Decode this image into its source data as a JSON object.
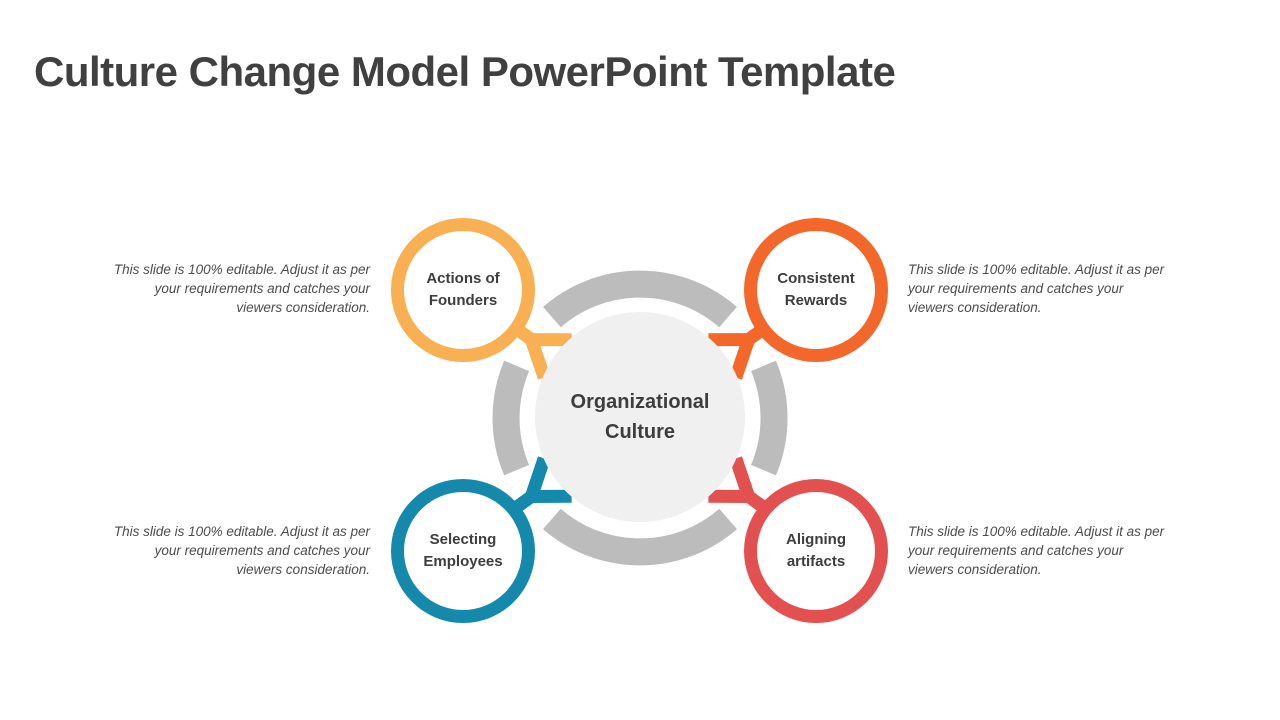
{
  "title": "Culture Change Model PowerPoint Template",
  "center": {
    "label": "Organizational Culture"
  },
  "nodes": [
    {
      "id": "actions-of-founders",
      "label": "Actions of Founders",
      "color": "#F8B052",
      "description_lines": [
        "This slide is 100% editable. Adjust it as per",
        "your requirements and catches your",
        "viewers consideration."
      ]
    },
    {
      "id": "consistent-rewards",
      "label": "Consistent Rewards",
      "color": "#F4672B",
      "description_lines": [
        "This slide is 100% editable. Adjust it as per",
        "your requirements and catches your",
        "viewers consideration."
      ]
    },
    {
      "id": "selecting-employees",
      "label": "Selecting Employees",
      "color": "#1489AC",
      "description_lines": [
        "This slide is 100% editable. Adjust it as per",
        "your requirements and catches your",
        "viewers consideration."
      ]
    },
    {
      "id": "aligning-artifacts",
      "label": "Aligning artifacts",
      "color": "#E25150",
      "description_lines": [
        "This slide is 100% editable. Adjust it as per",
        "your requirements and catches your",
        "viewers consideration."
      ]
    }
  ],
  "colors": {
    "background": "#FFFFFF",
    "ring_gray": "#BCBCBC",
    "center_fill": "#F0F0F0",
    "title_text": "#404040",
    "label_text": "#3D3D3D",
    "description_text": "#4C4C4C"
  }
}
